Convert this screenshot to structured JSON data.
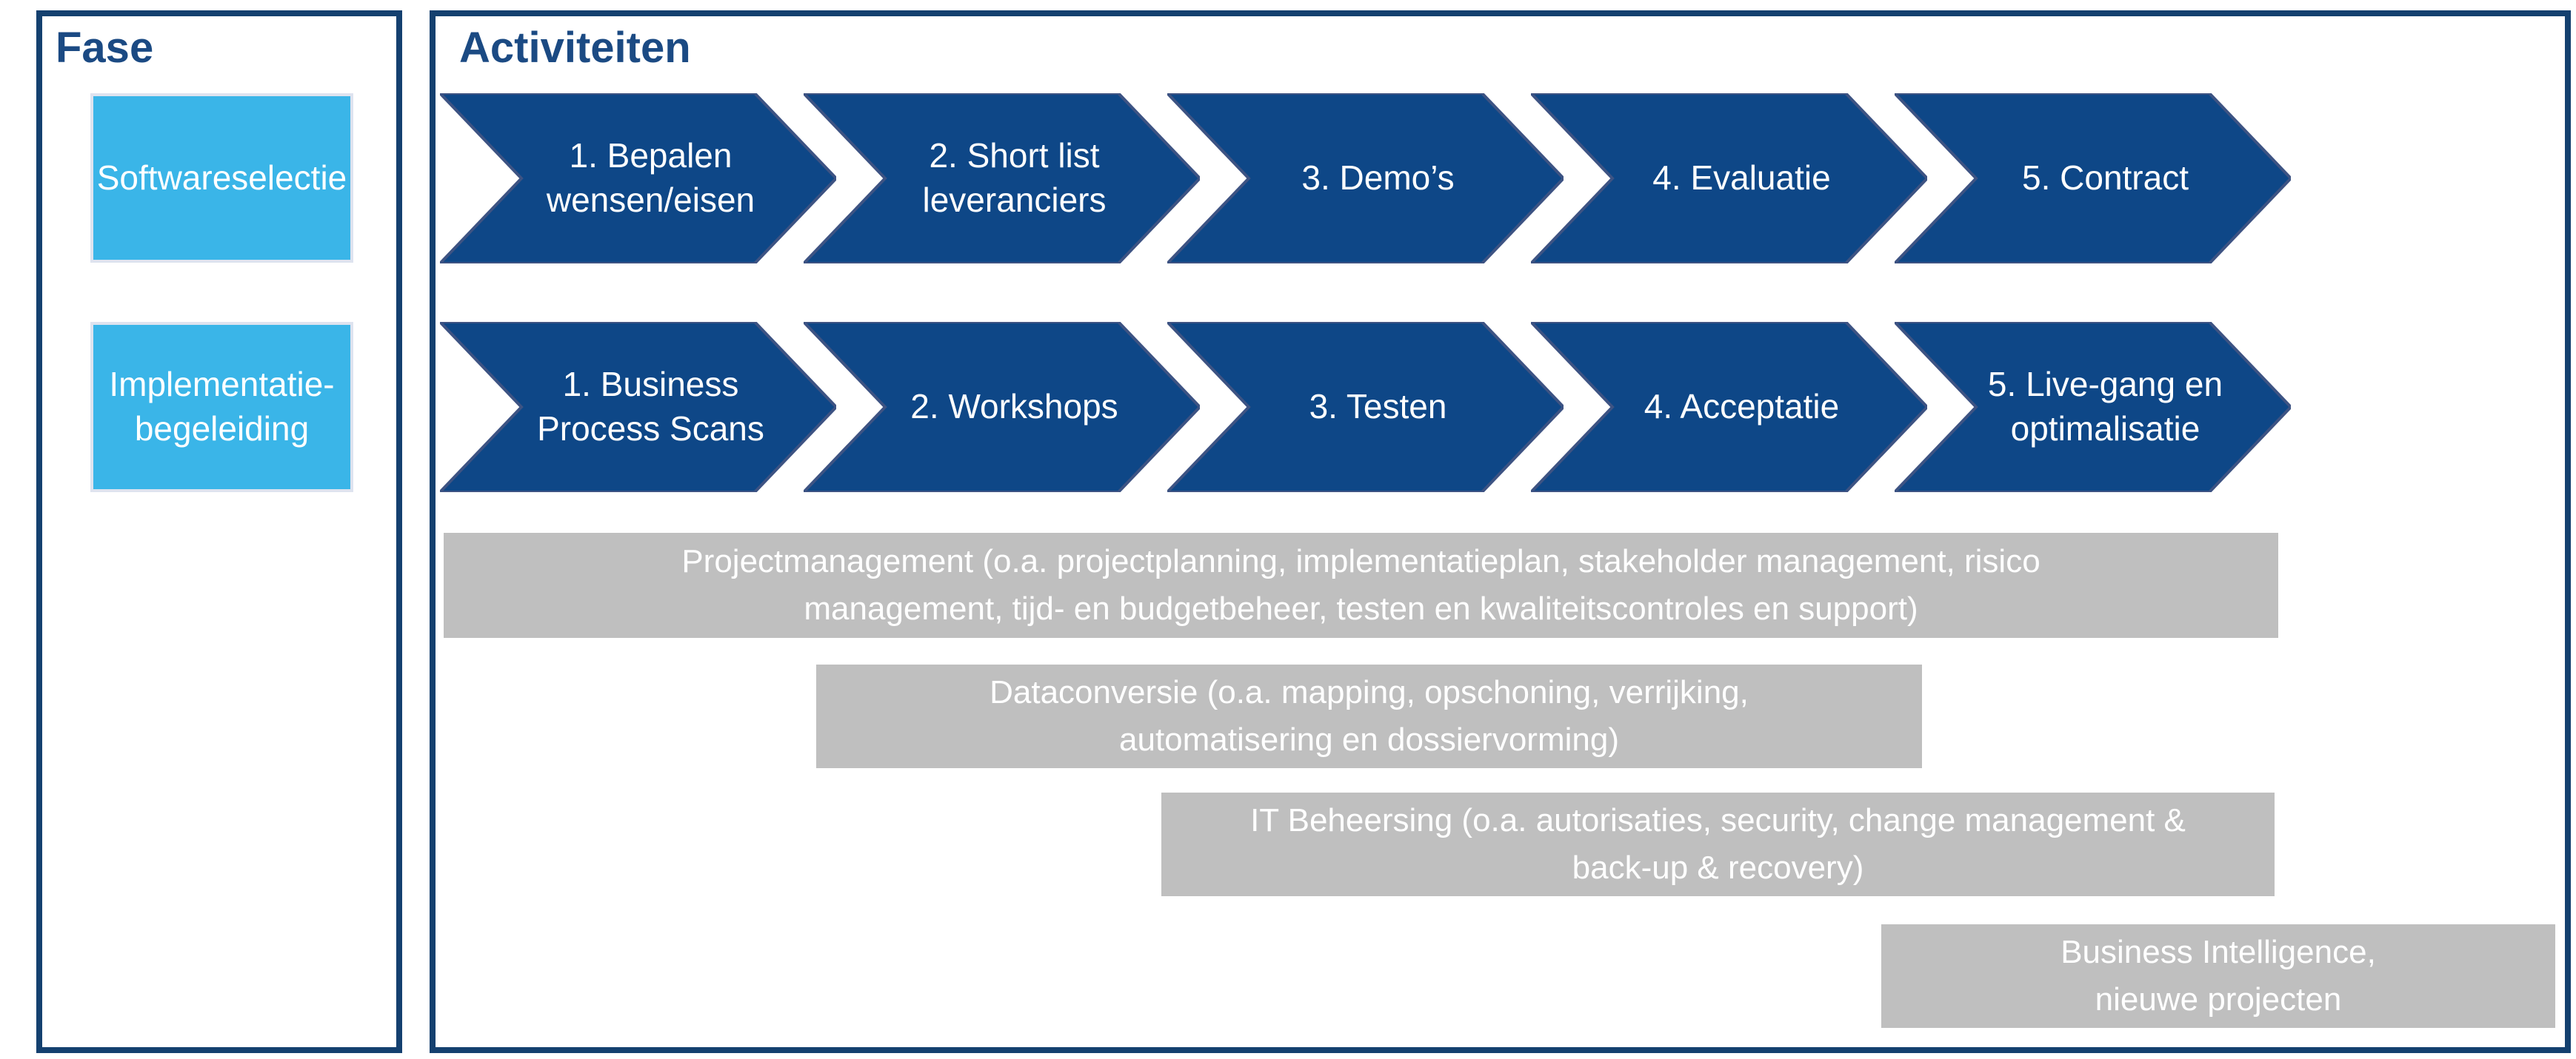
{
  "fase": {
    "title": "Fase",
    "phases": [
      "Softwareselectie",
      "Implementatie-\nbegeleiding"
    ]
  },
  "activiteiten": {
    "title": "Activiteiten",
    "software_selection_steps": [
      "1. Bepalen\nwensen/eisen",
      "2. Short list\nleveranciers",
      "3. Demo’s",
      "4. Evaluatie",
      "5. Contract"
    ],
    "implementation_steps": [
      "1. Business\nProcess Scans",
      "2. Workshops",
      "3. Testen",
      "4. Acceptatie",
      "5. Live-gang en\noptimalisatie"
    ],
    "support_bars": [
      "Projectmanagement (o.a. projectplanning, implementatieplan, stakeholder management, risico\nmanagement, tijd- en budgetbeheer, testen en kwaliteitscontroles en support)",
      "Dataconversie (o.a. mapping, opschoning, verrijking,\nautomatisering en dossiervorming)",
      "IT Beheersing (o.a. autorisaties, security, change management &\nback-up & recovery)",
      "Business Intelligence,\nnieuwe projecten"
    ]
  },
  "colors": {
    "panel_border_navy": "#14406f",
    "title_navy": "#1b4a83",
    "arrow_blue": "#0e4787",
    "arrow_outline": "#3d5383",
    "phase_cyan": "#3ab5e8",
    "phase_box_border": "#dee3ef",
    "bar_gray": "#bfbfbf",
    "text_white": "#ffffff"
  }
}
